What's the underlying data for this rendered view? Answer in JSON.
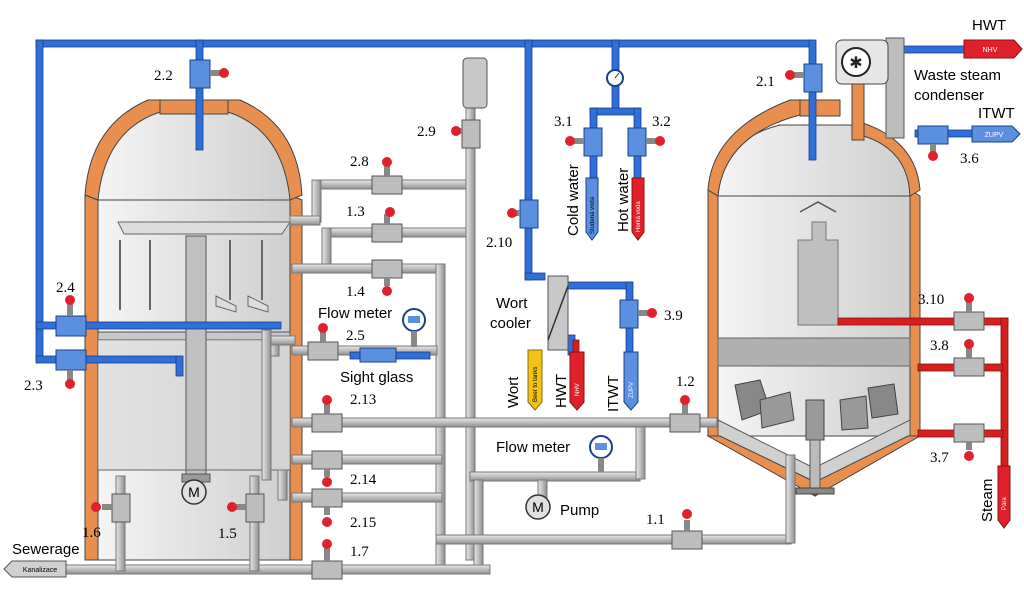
{
  "labels": {
    "v2_2": "2.2",
    "v2_1": "2.1",
    "v2_3": "2.3",
    "v2_4": "2.4",
    "v2_5": "2.5",
    "v2_8": "2.8",
    "v2_9": "2.9",
    "v2_10": "2.10",
    "v2_13": "2.13",
    "v2_14": "2.14",
    "v2_15": "2.15",
    "v1_1": "1.1",
    "v1_2": "1.2",
    "v1_3": "1.3",
    "v1_4": "1.4",
    "v1_5": "1.5",
    "v1_6": "1.6",
    "v1_7": "1.7",
    "v3_1": "3.1",
    "v3_2": "3.2",
    "v3_6": "3.6",
    "v3_7": "3.7",
    "v3_8": "3.8",
    "v3_9": "3.9",
    "v3_10": "3.10",
    "flow_meter_top": "Flow meter",
    "flow_meter_bottom": "Flow meter",
    "sight_glass": "Sight glass",
    "wort_cooler_line1": "Wort",
    "wort_cooler_line2": "cooler",
    "pump": "Pump",
    "sewerage": "Sewerage",
    "hwt_top": "HWT",
    "itwt": "ITWT",
    "waste_steam_line1": "Waste steam",
    "waste_steam_line2": "condenser",
    "cold_water": "Cold water",
    "hot_water": "Hot water",
    "wort_out": "Wort",
    "hwt_out": "HWT",
    "itwt_out": "ITWT",
    "steam": "Steam",
    "motor": "M"
  },
  "tags": {
    "nhv_top": "NHV",
    "zupv_right": "ZUPV",
    "studena_voda": "Studená voda",
    "horka_voda": "Horká voda",
    "beer_to_tanks": "Beer to tanks",
    "nhv_cooler": "NHV",
    "zupv_cooler": "ZUPV",
    "para": "Pára",
    "kanalizace": "Kanalizace"
  },
  "colors": {
    "blue_pipe": "#2f6fd6",
    "grey_pipe": "#b8b8b8",
    "red_pipe": "#d61f1f",
    "copper": "#e88f4f",
    "valve_red": "#e0202a",
    "tag_yellow": "#f2c218"
  }
}
